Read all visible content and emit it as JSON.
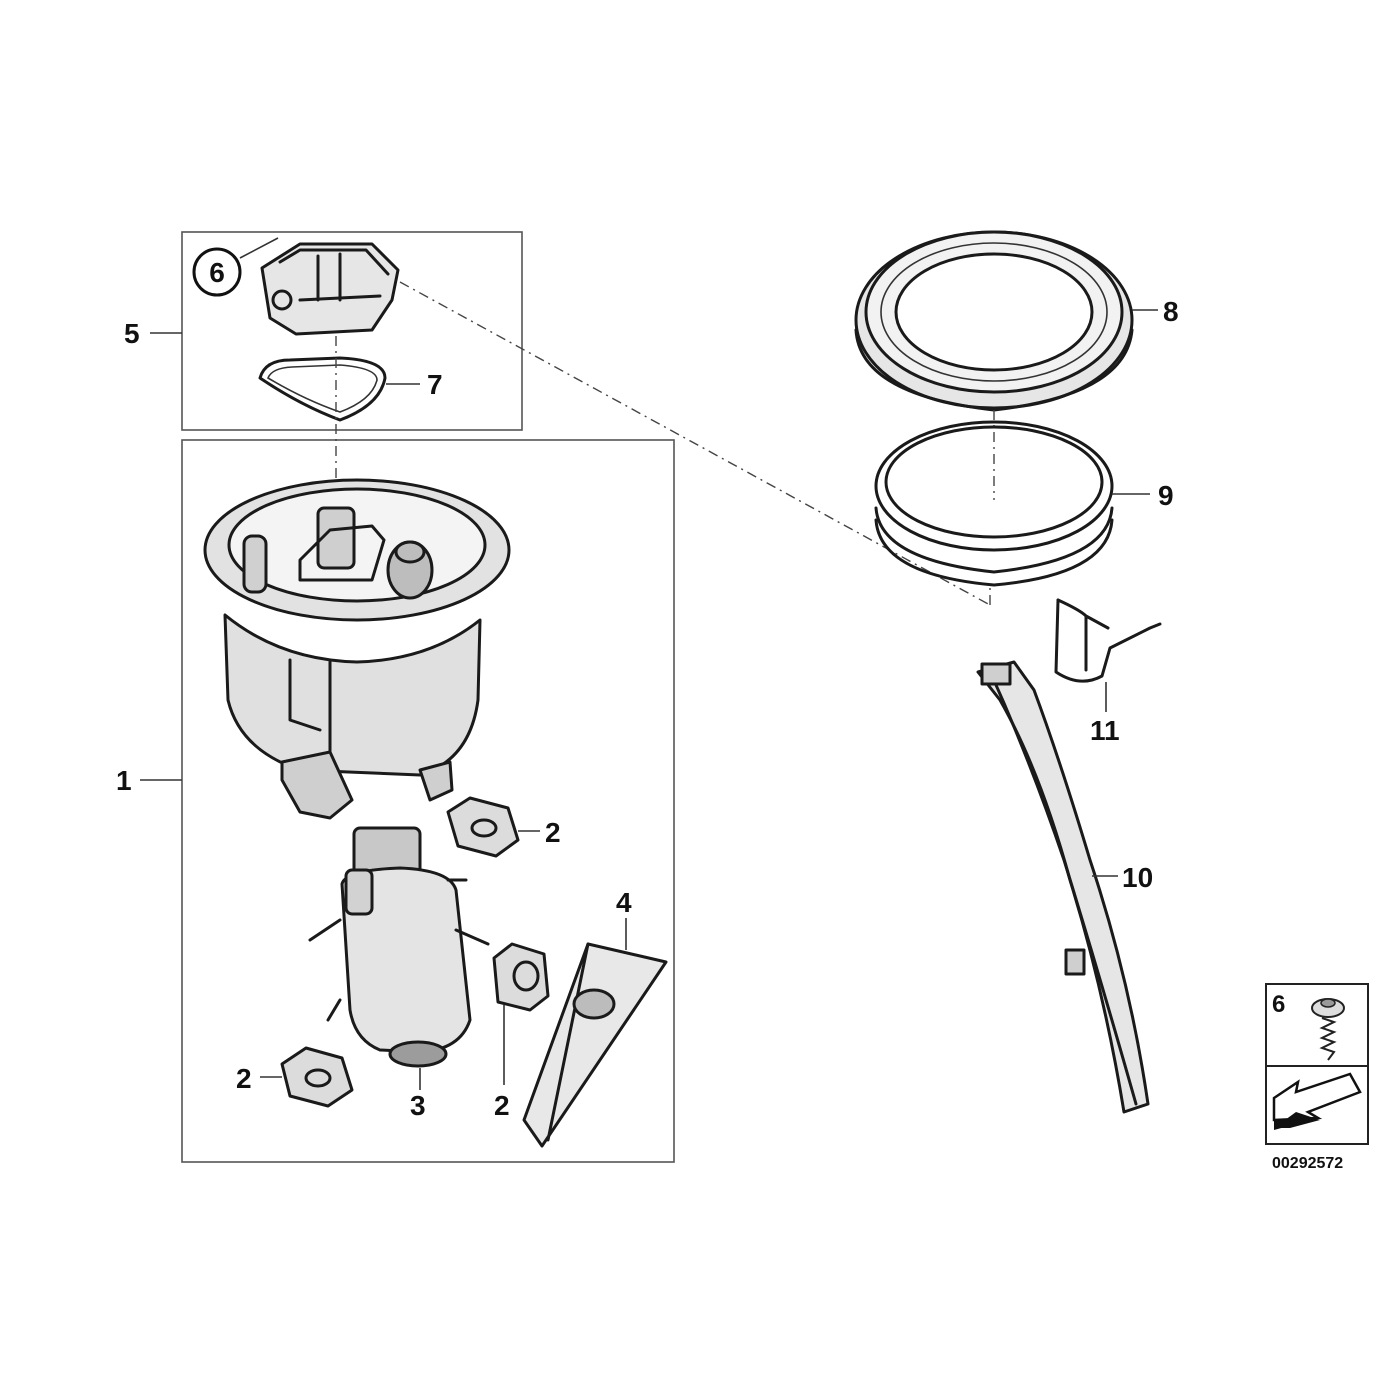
{
  "callouts": {
    "c1": "1",
    "c2a": "2",
    "c2b": "2",
    "c2c": "2",
    "c3": "3",
    "c4": "4",
    "c5": "5",
    "c6": "6",
    "c7": "7",
    "c8": "8",
    "c9": "9",
    "c10": "10",
    "c11": "11"
  },
  "legend_box": {
    "item_number": "6",
    "arrow_icon": "direction-arrow-icon"
  },
  "diagram_number": "00292572"
}
